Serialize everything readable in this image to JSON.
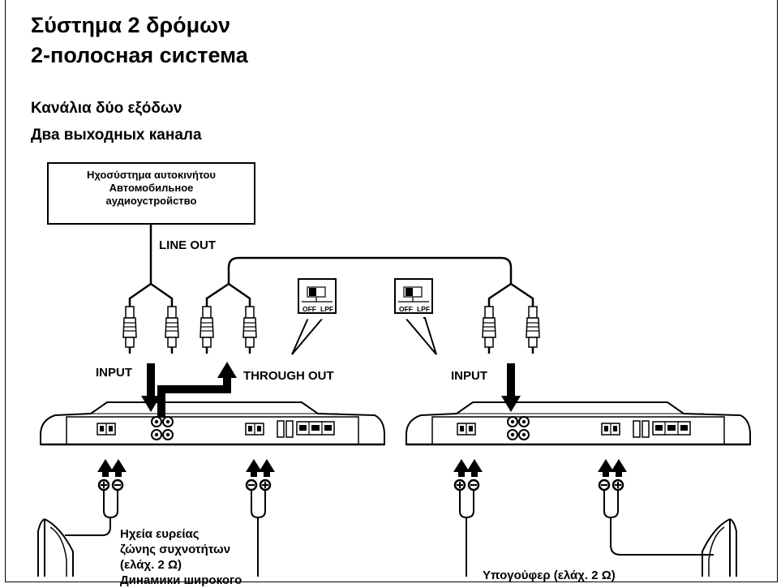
{
  "heading": {
    "line1": "Σύστημα 2 δρόμων",
    "line2": "2-полосная система"
  },
  "subheading": {
    "line1": "Κανάλια δύο εξόδων",
    "line2": "Два выходных канала"
  },
  "head_unit": {
    "line1": "Ηχοσύστημα αυτοκινήτου",
    "line2": "Автомобильное",
    "line3": "аудиоустройство"
  },
  "labels": {
    "line_out": "LINE OUT",
    "input_left": "INPUT",
    "through_out": "THROUGH OUT",
    "input_right": "INPUT"
  },
  "switches": {
    "off": "OFF",
    "lpf": "LPF"
  },
  "speakers": {
    "full_range_line1": "Ηχεία ευρείας",
    "full_range_line2": "ζώνης συχνοτήτων",
    "full_range_line3": "(ελάχ. 2 Ω)",
    "full_range_line4": "Динамики широкого",
    "subwoofer": "Υπογούφερ (ελάχ. 2 Ω)"
  }
}
